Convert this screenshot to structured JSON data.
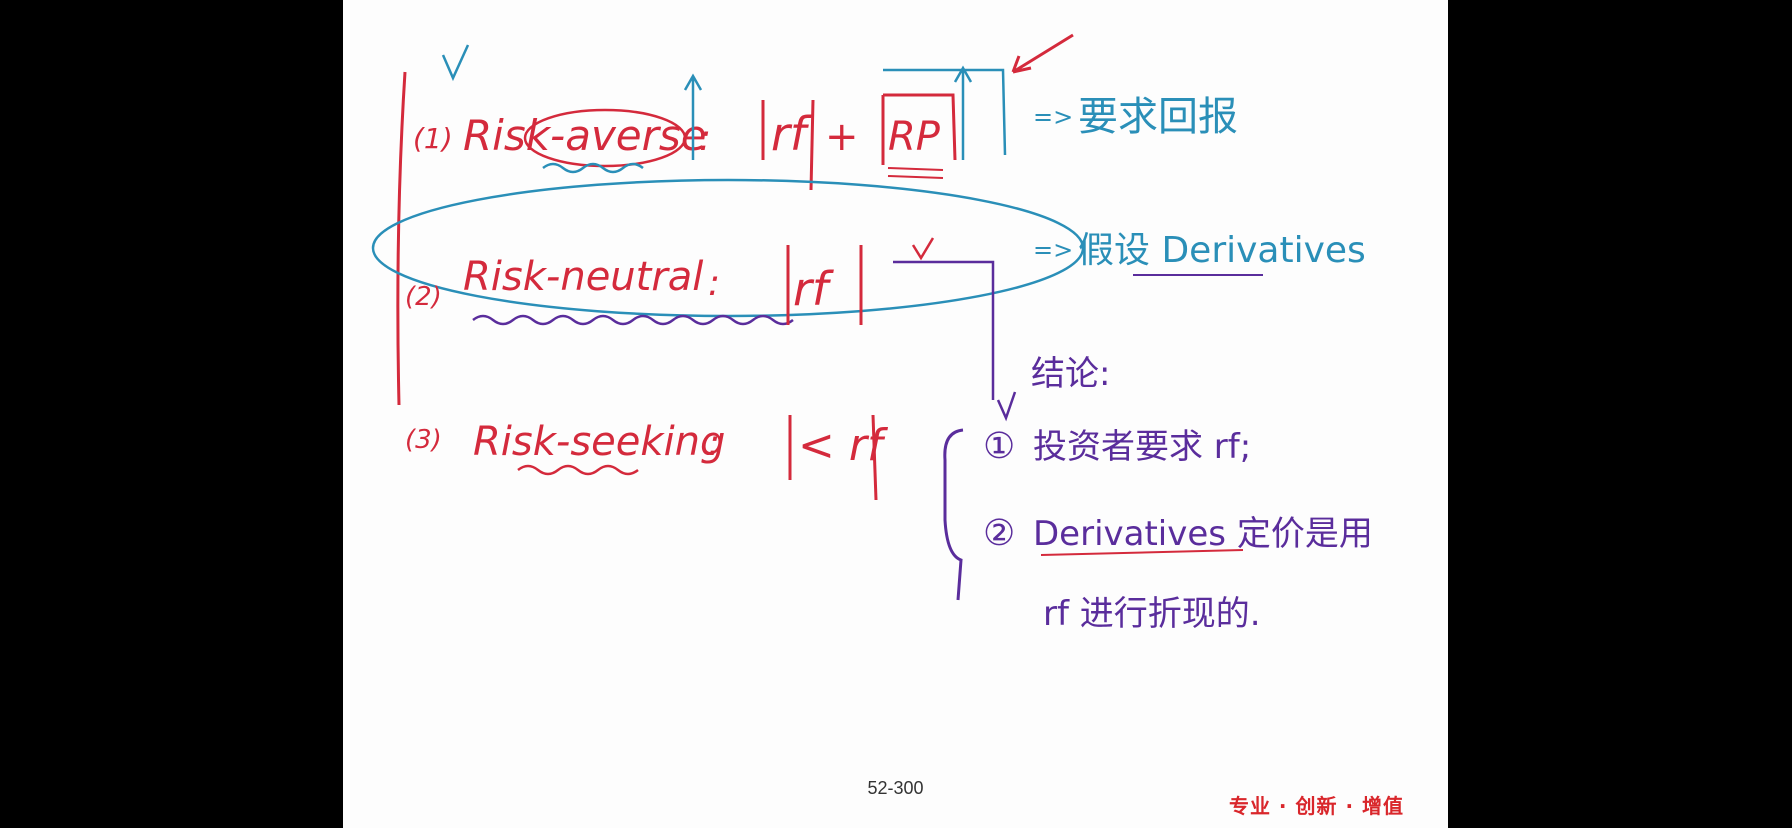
{
  "slide": {
    "page_number": "52-300",
    "logo_text": "专业 · 创新 · 增值"
  },
  "notes": {
    "item1": {
      "index": "(1)",
      "term": "Risk-averse",
      "colon": ":",
      "formula_a": "rf",
      "plus": "+",
      "formula_b": "RP",
      "arrow": "=>",
      "result": "要求回报"
    },
    "item2": {
      "index": "(2)",
      "term": "Risk-neutral",
      "colon": ":",
      "formula": "rf",
      "arrow": "=>",
      "result": "假设 Derivatives"
    },
    "item3": {
      "index": "(3)",
      "term": "Risk-seeking",
      "colon": ":",
      "formula": "< rf"
    },
    "conclusion": {
      "title": "结论:",
      "point1_index": "①",
      "point1": "投资者要求 rf;",
      "point2_index": "②",
      "point2_line1": "Derivatives 定价是用",
      "point2_line2": "rf 进行折现的."
    }
  },
  "colors": {
    "red_ink": "#d42a3c",
    "blue_ink": "#2a8fb8",
    "purple_ink": "#5a2d9c",
    "logo": "#d9262b",
    "slide_bg": "#fdfdfd",
    "frame_bg": "#000000"
  }
}
